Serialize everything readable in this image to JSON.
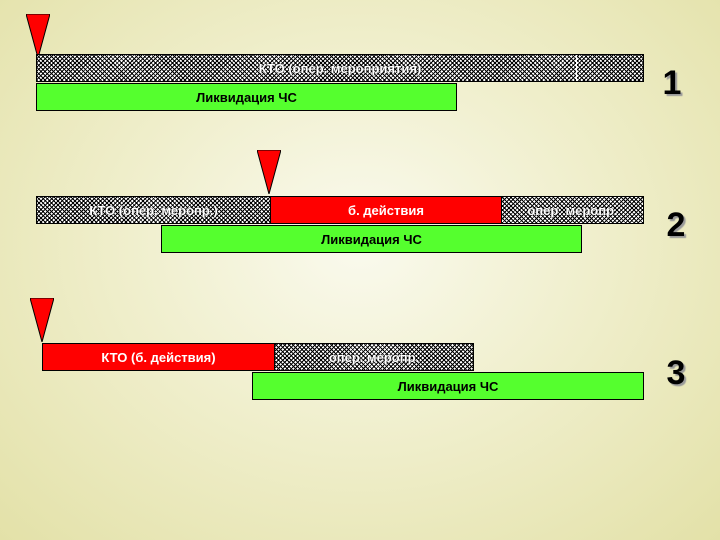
{
  "scenarios": [
    {
      "number": "1",
      "bars": {
        "kto_hatched": "КТО (опер. мероприятия)",
        "liquidation": "Ликвидация ЧС"
      }
    },
    {
      "number": "2",
      "bars": {
        "kto_hatched": "КТО (опер. меропр.)",
        "combat": "б. действия",
        "oper_after": "опер. меропр.",
        "liquidation": "Ликвидация ЧС"
      }
    },
    {
      "number": "3",
      "bars": {
        "kto_combat": "КТО (б. действия)",
        "oper_after": "опер. меропр.",
        "liquidation": "Ликвидация ЧС"
      }
    }
  ],
  "colors": {
    "green": "#55ff2e",
    "red": "#ff0000",
    "marker": "#ff0000"
  }
}
